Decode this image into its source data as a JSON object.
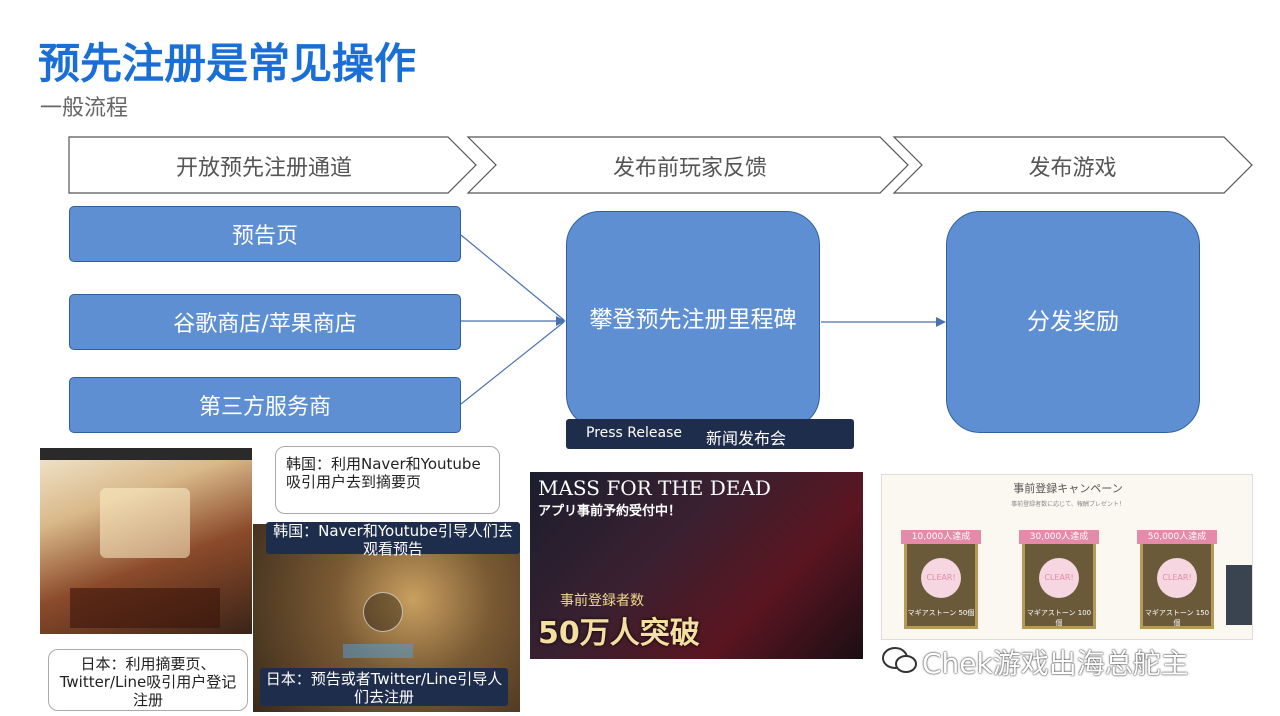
{
  "title": "预先注册是常见操作",
  "subtitle": "一般流程",
  "flow": {
    "steps": [
      "开放预先注册通道",
      "发布前玩家反馈",
      "发布游戏"
    ],
    "channels": [
      "预告页",
      "谷歌商店/苹果商店",
      "第三方服务商"
    ],
    "milestone": "攀登预先注册里程碑",
    "press_release_en": "Press Release",
    "press_release_cn": "新闻发布会",
    "reward": "分发奖励"
  },
  "examples": {
    "korea_callout": "韩国：利用Naver和Youtube吸引用户去到摘要页",
    "korea_caption": "韩国：Naver和Youtube引导人们去观看预告",
    "japan_callout": "日本：利用摘要页、Twitter/Line吸引用户登记注册",
    "japan_caption": "日本：预告或者Twitter/Line引导人们去注册",
    "mftd_title": "MASS FOR THE DEAD",
    "mftd_sub": "アプリ事前予約受付中！",
    "mftd_count_label": "事前登録者数",
    "mftd_count": "50万人突破",
    "campaign_title": "事前登録キャンペーン",
    "campaign_subtitle": "事前登録者数に応じて、報酬プレゼント！",
    "campaign_tiers": [
      "10,000人達成",
      "30,000人達成",
      "50,000人達成"
    ],
    "campaign_rewards": [
      "マギアストーン 50個",
      "マギアストーン 100個",
      "マギアストーン 150個"
    ],
    "clear_label": "CLEAR!"
  },
  "watermark": "Chek游戏出海总舵主",
  "colors": {
    "title": "#1a6fd6",
    "box": "#5f8fd3",
    "dark": "#1f2d4d"
  }
}
